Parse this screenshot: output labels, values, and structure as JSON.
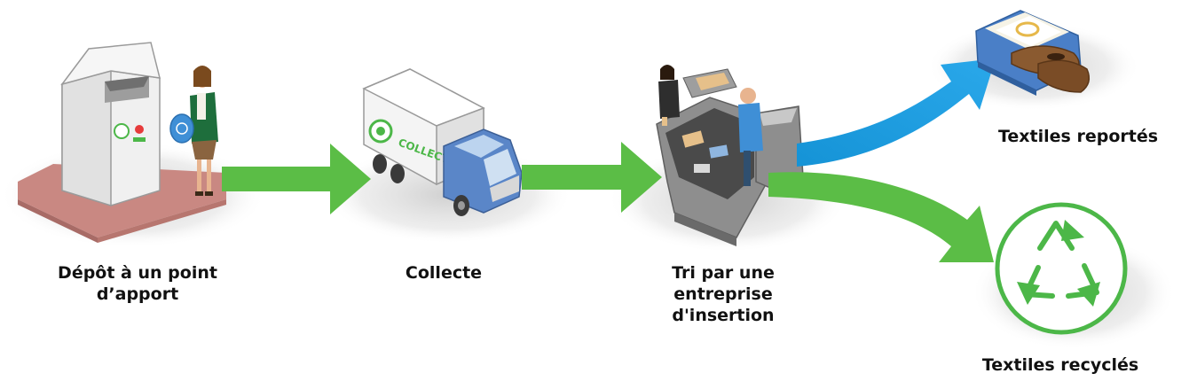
{
  "steps": {
    "depot": "Dépôt à un point\nd’apport",
    "collecte": "Collecte",
    "tri": "Tri par une\nentreprise\nd'insertion"
  },
  "outcomes": {
    "reportes": "Textiles reportés",
    "recycles": "Textiles recyclés"
  },
  "truck_text": "COLLECTE",
  "colors": {
    "green_arrow": "#5bbd46",
    "blue_arrow": "#1e9fe0",
    "text": "#111111",
    "truck_cab": "#5a86c8",
    "recycle_green": "#4cb748"
  },
  "icons": [
    "clothing-bank-icon",
    "woman-icon",
    "truck-icon",
    "sorting-station-icon",
    "folded-clothes-shoes-icon",
    "recycle-icon"
  ]
}
